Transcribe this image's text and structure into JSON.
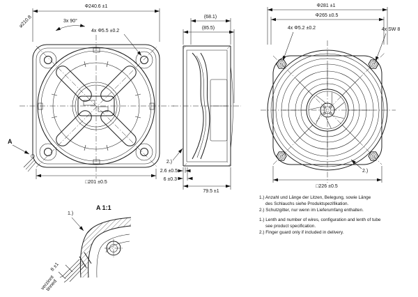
{
  "drawing": {
    "background": "#ffffff",
    "line_color": "#1c1c1c"
  },
  "rear_view": {
    "dia_overall": "Φ240.6 ±1",
    "dia_pitch": "⌀210.8",
    "hole_angle": "3x 90°",
    "holes": "4x Φ5.5 ±0.2",
    "square": "□201 ±0.5",
    "detail_ref": "A"
  },
  "side_view": {
    "depth_inner": "(68.1)",
    "depth_outer": "(85.5)",
    "ref_guard": "2.)",
    "step_small": "2.6 ±0.5",
    "step_large": "6 ±0.3",
    "depth_total": "79.5 ±1"
  },
  "front_view": {
    "dia_overall": "Φ281 ±1",
    "dia_ring": "Φ265 ±0.5",
    "holes": "4x Φ5.2 ±0.2",
    "nut": "4x SW 8",
    "square": "□226 ±0.5",
    "ref_guard": "2.)"
  },
  "detail_view": {
    "title": "A 1:1",
    "ref_wires": "1.)",
    "tinned_length": "8 ±1",
    "tinned_de": "verzinnt",
    "tinned_en": "tinned"
  },
  "notes": {
    "de_line1": "1.) Anzahl und Länge der Litzen, Belegung, sowie Länge",
    "de_line2": "des Schlauchs siehe Produktspezifikation.",
    "de_line3": "2.) Schutzgitter, nur wenn im Lieferumfang enthalten.",
    "en_line1": "1.) Lenth and number of wires, configuration and lenth of tube",
    "en_line2": "see product specification.",
    "en_line3": "2.) Finger guard only if included in delivery."
  }
}
